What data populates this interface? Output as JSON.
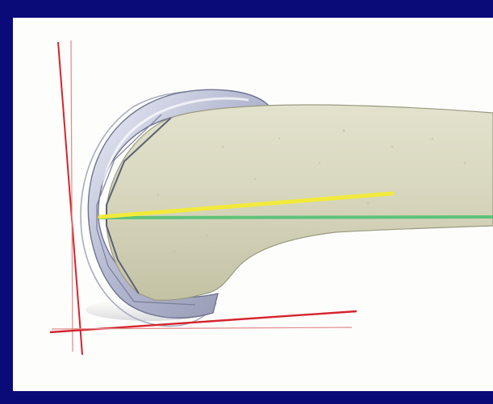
{
  "figure": {
    "frame_color": "#0a0a78",
    "canvas_color": "#fdfdfb",
    "bone_color": "#d9d8c2",
    "implant_color": "#b7bbd2",
    "reference_lines": [
      {
        "name": "vertical-reference-line",
        "color": "#d4242e"
      },
      {
        "name": "horizontal-reference-line",
        "color": "#d4242e"
      },
      {
        "name": "yellow-axis-line",
        "color": "#f2ea3a"
      },
      {
        "name": "green-axis-line",
        "color": "#5ec27a"
      }
    ]
  }
}
